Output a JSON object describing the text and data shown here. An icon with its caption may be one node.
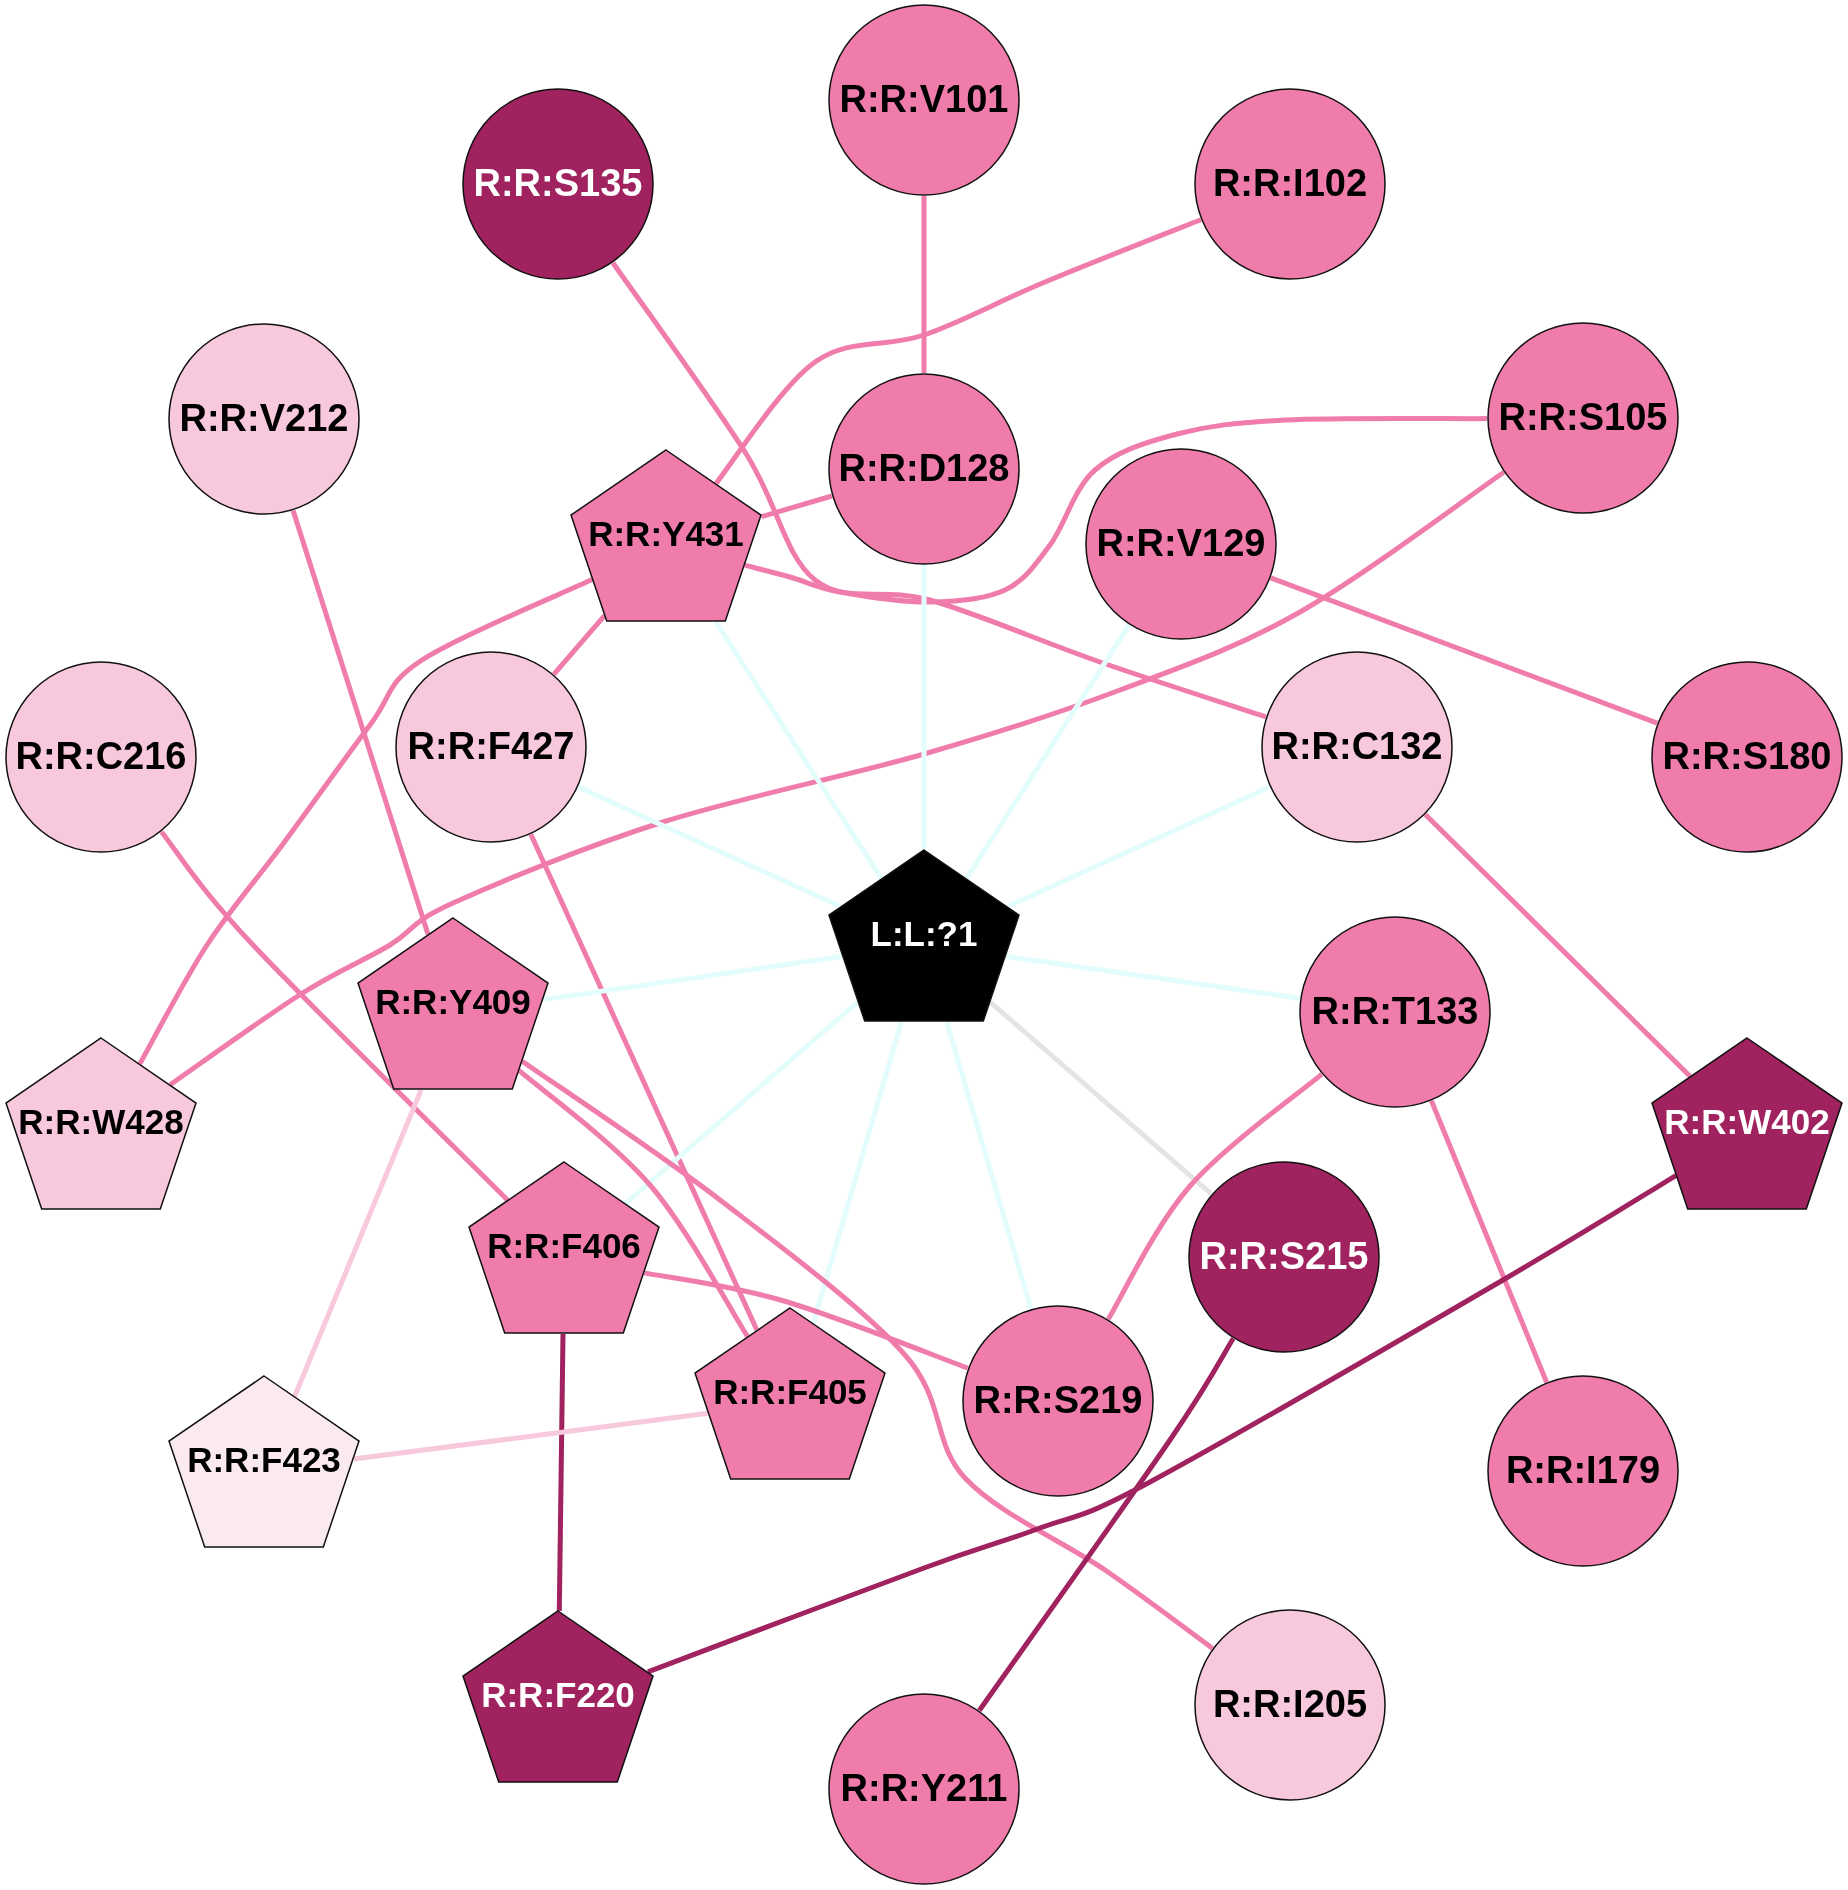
{
  "diagram": {
    "nodes": [
      {
        "text": [
          "R:R:V101"
        ]
      },
      {
        "text": [
          "R:R:S135"
        ]
      },
      {
        "text": [
          "R:R:I102"
        ]
      },
      {
        "text": [
          "R:R:V212"
        ]
      },
      {
        "text": [
          "R:R:S105"
        ]
      },
      {
        "text": [
          "R:R:D128"
        ]
      },
      {
        "text": [
          "R:R:Y431"
        ]
      },
      {
        "text": [
          "R:R:V129"
        ]
      },
      {
        "text": [
          "R:R:C216"
        ]
      },
      {
        "text": [
          "R:R:F427"
        ]
      },
      {
        "text": [
          "R:R:C132"
        ]
      },
      {
        "text": [
          "R:R:S180"
        ]
      },
      {
        "text": [
          "L:L:?1"
        ]
      },
      {
        "text": [
          "R:R:Y409"
        ]
      },
      {
        "text": [
          "R:R:T133"
        ]
      },
      {
        "text": [
          "R:R:W428"
        ]
      },
      {
        "text": [
          "R:R:W402"
        ]
      },
      {
        "text": [
          "R:R:F406"
        ]
      },
      {
        "text": [
          "R:R:S215"
        ]
      },
      {
        "text": [
          "R:R:F405"
        ]
      },
      {
        "text": [
          "R:R:S219"
        ]
      },
      {
        "text": [
          "R:R:F423"
        ]
      },
      {
        "text": [
          "R:R:I179"
        ]
      },
      {
        "text": [
          "R:R:F220"
        ]
      },
      {
        "text": [
          "R:R:I205"
        ]
      },
      {
        "text": [
          "R:R:Y211"
        ]
      }
    ],
    "edges": [
      {
        "from": 0,
        "to": 5,
        "arrow": "none"
      },
      {
        "from": 1,
        "to": 10,
        "arrow": "none"
      },
      {
        "from": 2,
        "to": 6,
        "arrow": "none"
      },
      {
        "from": 3,
        "to": 13,
        "arrow": "none"
      },
      {
        "from": 4,
        "to": 6,
        "arrow": "none"
      },
      {
        "from": 4,
        "to": 15,
        "arrow": "none"
      },
      {
        "from": 5,
        "to": 6,
        "arrow": "none"
      },
      {
        "from": 5,
        "to": 12,
        "arrow": "none",
        "color": "#e2fdfb"
      },
      {
        "from": 6,
        "to": 9,
        "arrow": "none"
      },
      {
        "from": 6,
        "to": 15,
        "arrow": "none"
      },
      {
        "from": 6,
        "to": 12,
        "arrow": "none",
        "color": "#e2fdfb"
      },
      {
        "from": 7,
        "to": 11,
        "arrow": "none"
      },
      {
        "from": 7,
        "to": 12,
        "arrow": "none",
        "color": "#e2fdfb"
      },
      {
        "from": 8,
        "to": 17,
        "arrow": "none"
      },
      {
        "from": 9,
        "to": 12,
        "arrow": "none",
        "color": "#e2fdfb"
      },
      {
        "from": 9,
        "to": 19,
        "arrow": "none"
      },
      {
        "from": 10,
        "to": 12,
        "arrow": "none",
        "color": "#e2fdfb"
      },
      {
        "from": 10,
        "to": 16,
        "arrow": "none"
      },
      {
        "from": 12,
        "to": 13,
        "arrow": "none",
        "color": "#e2fdfb"
      },
      {
        "from": 12,
        "to": 14,
        "arrow": "none",
        "color": "#e2fdfb"
      },
      {
        "from": 12,
        "to": 17,
        "arrow": "none",
        "color": "#e2fdfb"
      },
      {
        "from": 12,
        "to": 19,
        "arrow": "none",
        "color": "#e2fdfb"
      },
      {
        "from": 12,
        "to": 20,
        "arrow": "none",
        "color": "#e2fdfb"
      },
      {
        "from": 12,
        "to": 18,
        "arrow": "none",
        "color": "#e4e4e4"
      },
      {
        "from": 13,
        "to": 21,
        "arrow": "none",
        "color": "#f8c8dc"
      },
      {
        "from": 13,
        "to": 19,
        "arrow": "none"
      },
      {
        "from": 13,
        "to": 24,
        "arrow": "none"
      },
      {
        "from": 14,
        "to": 20,
        "arrow": "none"
      },
      {
        "from": 14,
        "to": 22,
        "arrow": "none"
      },
      {
        "from": 17,
        "to": 20,
        "arrow": "none"
      },
      {
        "from": 17,
        "to": 23,
        "arrow": "none",
        "color": "#a0225e"
      },
      {
        "from": 19,
        "to": 21,
        "arrow": "none",
        "color": "#f8c8dc"
      },
      {
        "from": 18,
        "to": 25,
        "arrow": "none",
        "color": "#a0225e"
      },
      {
        "from": 16,
        "to": 23,
        "arrow": "none",
        "color": "#a0225e"
      }
    ]
  }
}
